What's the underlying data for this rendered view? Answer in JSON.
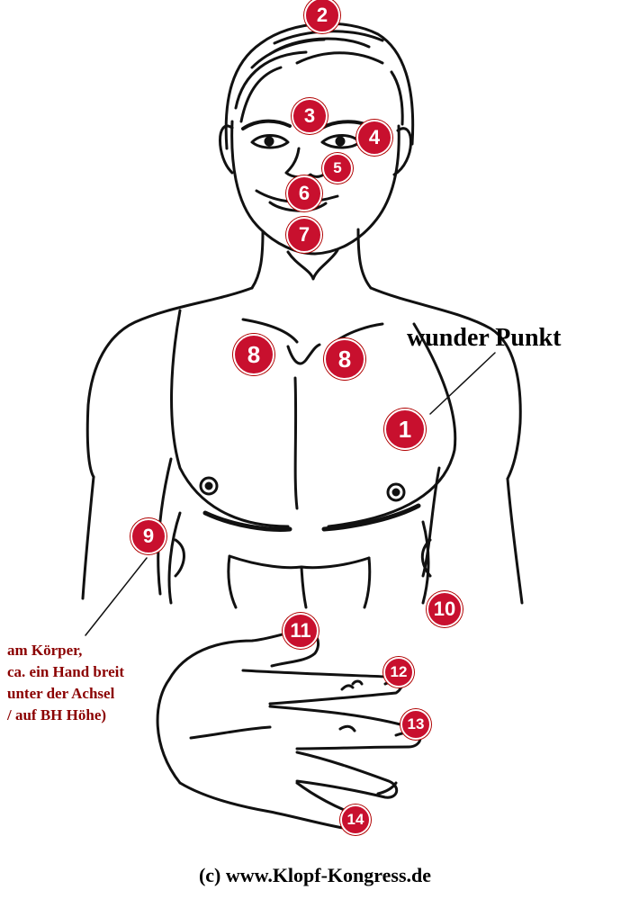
{
  "colors": {
    "marker": "#c8102e",
    "annotation": "#8b0000",
    "line": "#111111"
  },
  "markers": [
    {
      "n": "1"
    },
    {
      "n": "2"
    },
    {
      "n": "3"
    },
    {
      "n": "4"
    },
    {
      "n": "5"
    },
    {
      "n": "6"
    },
    {
      "n": "7"
    },
    {
      "n": "8"
    },
    {
      "n": "8"
    },
    {
      "n": "9"
    },
    {
      "n": "10"
    },
    {
      "n": "11"
    },
    {
      "n": "12"
    },
    {
      "n": "13"
    },
    {
      "n": "14"
    }
  ],
  "annotations": {
    "sore_point": "wunder Punkt",
    "point9_lines": [
      "am Körper,",
      "ca. ein Hand breit",
      "unter der Achsel",
      "/ auf BH Höhe)"
    ]
  },
  "footer": {
    "copyright": "(c) www.Klopf-Kongress.de"
  }
}
